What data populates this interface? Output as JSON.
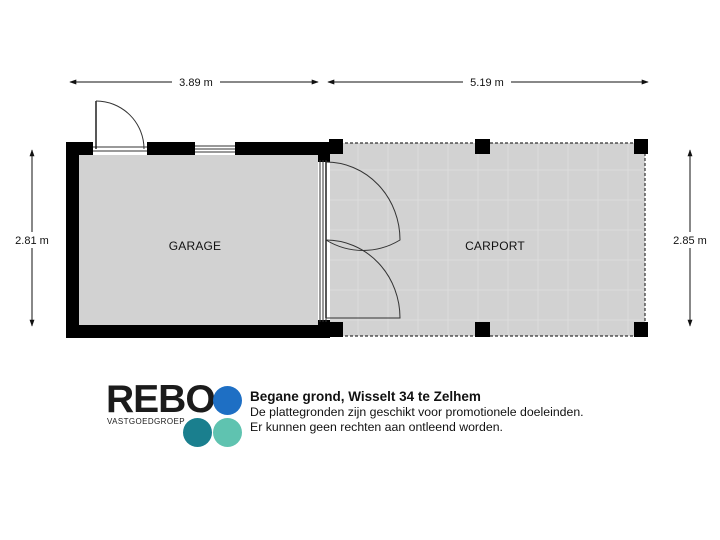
{
  "dimensions": {
    "garage_width": "3.89 m",
    "carport_width": "5.19 m",
    "garage_depth": "2.81 m",
    "carport_depth": "2.85 m"
  },
  "rooms": {
    "garage": "GARAGE",
    "carport": "CARPORT"
  },
  "colors": {
    "wall": "#000000",
    "floor": "#d2d2d2",
    "tile_line": "#dcdcdc",
    "logo_blue": "#1e6fc4",
    "logo_teal": "#1a7f8e",
    "logo_mint": "#5fc3b0"
  },
  "logo": {
    "word": "REBO",
    "subtitle": "VASTGOEDGROEP"
  },
  "caption": {
    "title": "Begane grond, Wisselt 34 te Zelhem",
    "line1": "De plattegronden zijn geschikt voor promotionele doeleinden.",
    "line2": "Er kunnen geen rechten aan ontleend worden."
  }
}
